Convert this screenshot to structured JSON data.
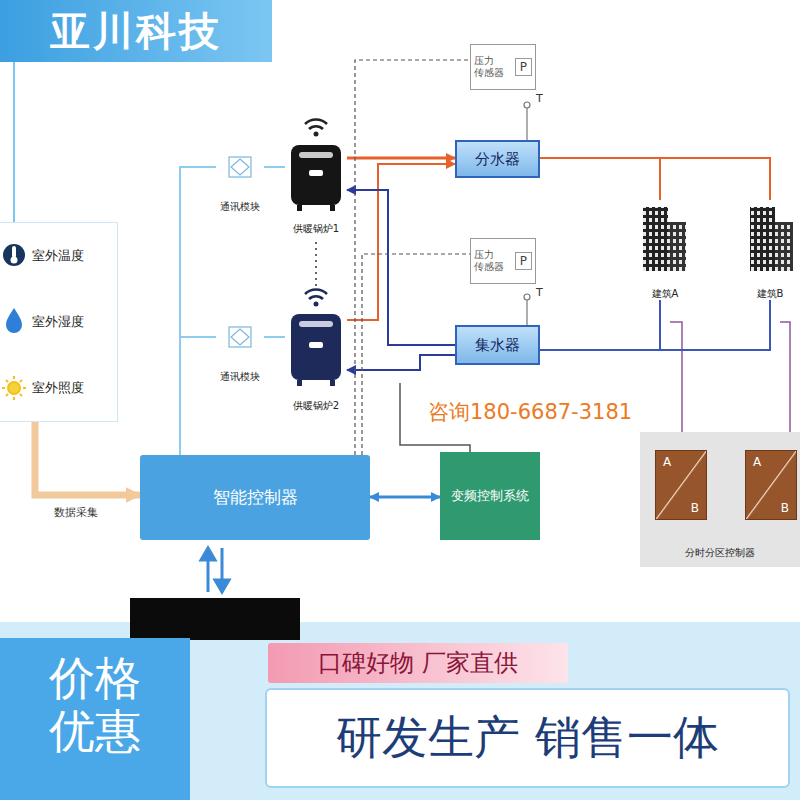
{
  "diagram": {
    "nodes": [
      {
        "text": [
          "亚川科技"
        ]
      },
      {
        "text": [
          "室外温度",
          "室外湿度",
          "室外照度"
        ]
      },
      {
        "text": [
          "通讯模块"
        ]
      },
      {
        "text": [
          "供暖锅炉1"
        ]
      },
      {
        "text": [
          "压力 传感器",
          "P"
        ]
      },
      {
        "text": [
          "分水器"
        ]
      },
      {
        "text": [
          "建筑A"
        ]
      },
      {
        "text": [
          "建筑B"
        ]
      },
      {
        "text": [
          "通讯模块"
        ]
      },
      {
        "text": [
          "供暖锅炉2"
        ]
      },
      {
        "text": [
          "压力 传感器",
          "P"
        ]
      },
      {
        "text": [
          "集水器"
        ]
      },
      {
        "text": [
          "智能控制器"
        ]
      },
      {
        "text": [
          "变频控制系统"
        ]
      },
      {
        "text": [
          "分时分区控制器"
        ]
      },
      {
        "text": [
          "A",
          "B"
        ],
        "in": 14
      },
      {
        "text": [
          "A",
          "B"
        ],
        "in": 14
      },
      {
        "text": [
          "价格 优惠"
        ]
      },
      {
        "text": [
          "口碑好物 厂家直供"
        ]
      },
      {
        "text": [
          "研发生产 销售一体"
        ]
      }
    ],
    "edges": [
      {
        "from": 1,
        "to": 12,
        "arrow": "to",
        "label": "数据采集"
      },
      {
        "from": 12,
        "to": 2,
        "arrow": "none"
      },
      {
        "from": 12,
        "to": 8,
        "arrow": "none"
      },
      {
        "from": 2,
        "to": 3,
        "arrow": "none"
      },
      {
        "from": 8,
        "to": 9,
        "arrow": "none"
      },
      {
        "from": 3,
        "to": 5,
        "arrow": "to"
      },
      {
        "from": 9,
        "to": 5,
        "arrow": "to"
      },
      {
        "from": 11,
        "to": 3,
        "arrow": "to"
      },
      {
        "from": 11,
        "to": 9,
        "arrow": "to"
      },
      {
        "from": 5,
        "to": 6,
        "arrow": "none"
      },
      {
        "from": 5,
        "to": 7,
        "arrow": "none"
      },
      {
        "from": 6,
        "to": 11,
        "arrow": "none"
      },
      {
        "from": 7,
        "to": 11,
        "arrow": "none"
      },
      {
        "from": 12,
        "to": 13,
        "arrow": "both"
      },
      {
        "from": 12,
        "to": 4,
        "arrow": "none"
      },
      {
        "from": 12,
        "to": 10,
        "arrow": "none"
      }
    ],
    "labels": [
      "T",
      "T",
      "咨询180-6687-3181"
    ]
  }
}
